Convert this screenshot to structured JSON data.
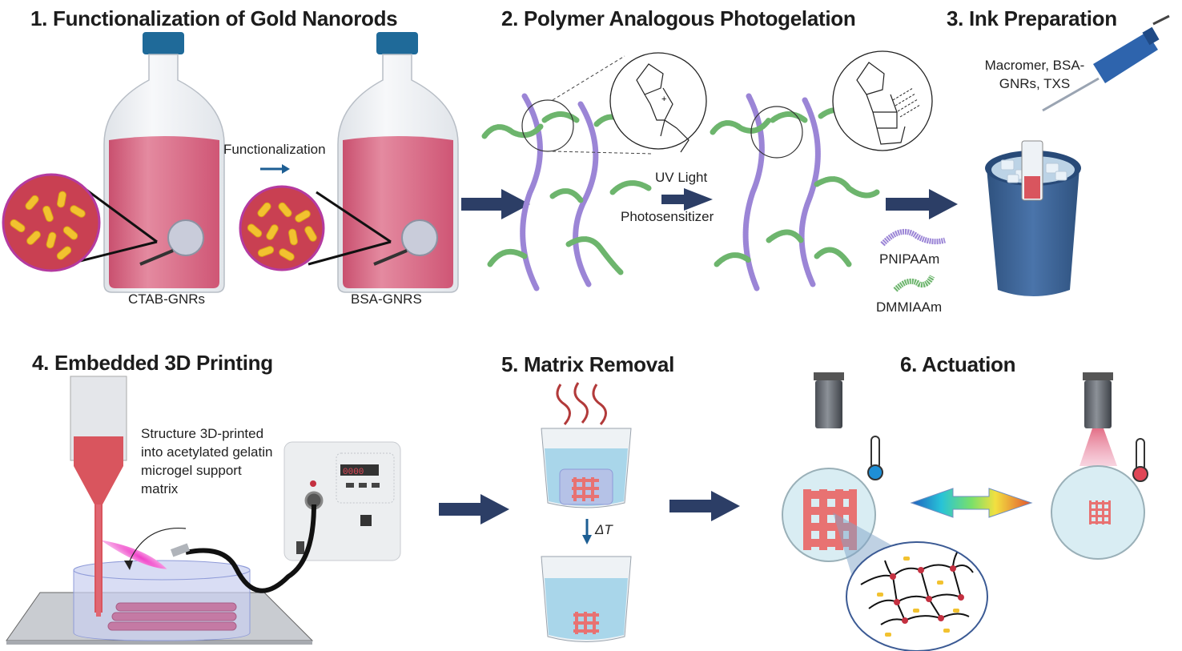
{
  "panels": [
    {
      "id": 1,
      "title": "1. Functionalization of Gold Nanorods"
    },
    {
      "id": 2,
      "title": "2. Polymer Analogous Photogelation"
    },
    {
      "id": 3,
      "title": "3. Ink Preparation"
    },
    {
      "id": 4,
      "title": "4. Embedded 3D Printing"
    },
    {
      "id": 5,
      "title": "5. Matrix Removal"
    },
    {
      "id": 6,
      "title": "6. Actuation"
    }
  ],
  "labels": {
    "functionalization_arrow": "Functionalization",
    "ctab_gnrs": "CTAB-GNRs",
    "bsa_gnrs": "BSA-GNRS",
    "uv_light": "UV Light",
    "photosensitizer": "Photosensitizer",
    "legend_pnipaam": "PNIPAAm",
    "legend_dmmiaam": "DMMIAAm",
    "ink_components": "Macromer, BSA-GNRs, TXS",
    "printing_note": "Structure 3D-printed into acetylated gelatin microgel support matrix",
    "delta_t": "ΔT",
    "display_readout": "0000"
  },
  "colors": {
    "arrow_navy": "#2c3e66",
    "bottle_liquid": "#d4607e",
    "bottle_cap": "#1f6a99",
    "nanorod": "#f2c230",
    "nanorod_bg": "#c94052",
    "pnipaam": "#9b85d6",
    "dmmiaam": "#6db56d",
    "ink_red": "#d9555e",
    "water_blue": "#a9d6ea",
    "bucket_blue": "#3e6496",
    "grid_salmon": "#e87272",
    "thermo_cold": "#1e8fd6",
    "thermo_hot": "#e04656"
  }
}
